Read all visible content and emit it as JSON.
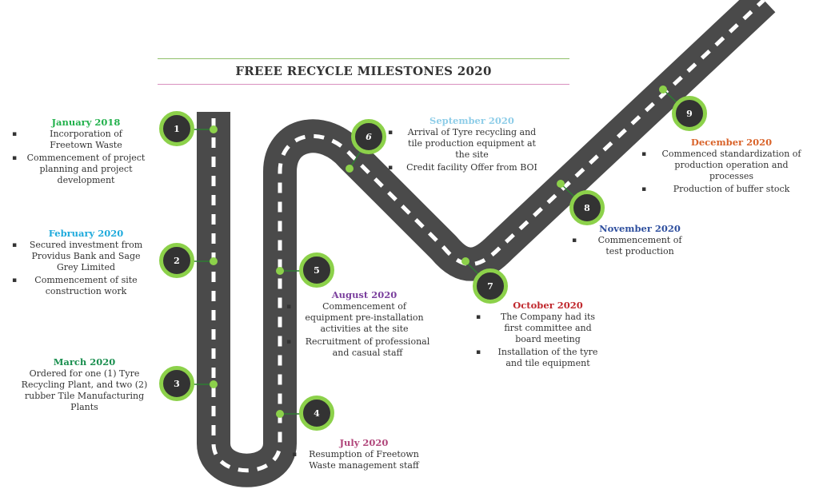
{
  "title": "FREEE RECYCLE MILESTONES 2020",
  "colors": {
    "road": "#4a4a4a",
    "dash": "#ffffff",
    "node_ring": "#8cd14a",
    "node_fill": "#333333"
  },
  "milestones": [
    {
      "num": "1",
      "heading": "January 2018",
      "color": "#22b14c",
      "items": [
        "Incorporation of Freetown Waste",
        "Commencement of project planning and project development"
      ]
    },
    {
      "num": "2",
      "heading": "February 2020",
      "color": "#1eaadc",
      "items": [
        "Secured investment from Providus Bank and Sage Grey Limited",
        "Commencement of site construction work"
      ]
    },
    {
      "num": "3",
      "heading": "March  2020",
      "color": "#1a8f4f",
      "text": "Ordered for one (1) Tyre Recycling Plant, and two (2) rubber Tile Manufacturing Plants"
    },
    {
      "num": "4",
      "heading": "July 2020",
      "color": "#b0457a",
      "items": [
        "Resumption of Freetown Waste management staff"
      ]
    },
    {
      "num": "5",
      "heading": "August 2020",
      "color": "#7a3f9d",
      "items": [
        "Commencement of equipment pre-installation activities at the site",
        "Recruitment of professional and casual staff"
      ]
    },
    {
      "num": "6",
      "heading": "September 2020",
      "color": "#8ecde8",
      "items": [
        "Arrival of  Tyre recycling  and tile production equipment at the site",
        "Credit facility Offer from BOI"
      ]
    },
    {
      "num": "7",
      "heading": "October 2020",
      "color": "#c0282d",
      "items": [
        "The Company had its first committee and board meeting",
        "Installation of the tyre and tile equipment"
      ]
    },
    {
      "num": "8",
      "heading": "November 2020",
      "color": "#2e4f9e",
      "items": [
        "Commencement of test production"
      ]
    },
    {
      "num": "9",
      "heading": "December 2020",
      "color": "#d9632a",
      "items": [
        "Commenced standardization of production operation and processes",
        "Production of buffer stock"
      ]
    }
  ]
}
